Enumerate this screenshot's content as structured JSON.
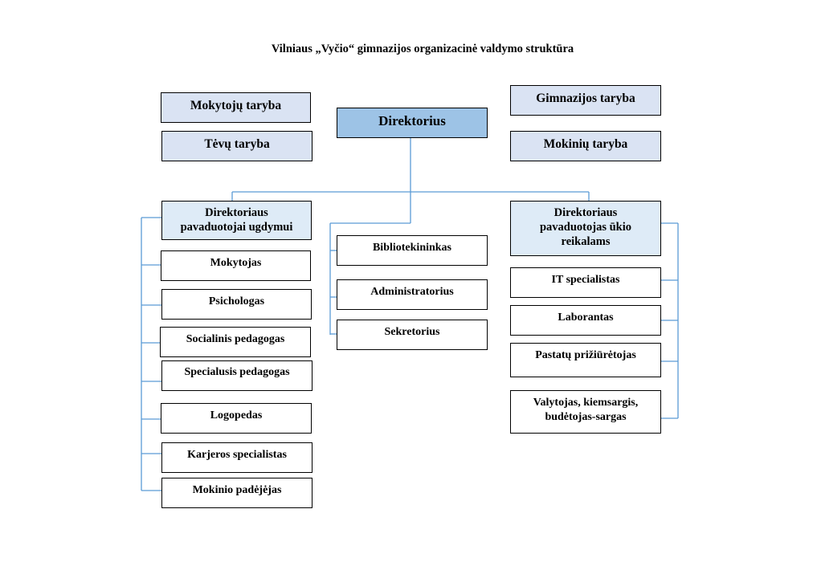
{
  "title": "Vilniaus „Vyčio“ gimnazijos organizacinė valdymo struktūra",
  "colors": {
    "director_fill": "#9dc3e6",
    "council_fill": "#dae3f3",
    "deputy_fill": "#deebf7",
    "connector": "#5b9bd5"
  },
  "councils_left": [
    "Mokytojų taryba",
    "Tėvų taryba"
  ],
  "councils_right": [
    "Gimnazijos taryba",
    "Mokinių taryba"
  ],
  "director": "Direktorius",
  "deputy_education": {
    "title_line1": "Direktoriaus",
    "title_line2": "pavaduotojai ugdymui",
    "staff": [
      "Mokytojas",
      "Psichologas",
      "Socialinis pedagogas",
      "Specialusis pedagogas",
      "Logopedas",
      "Karjeros specialistas",
      "Mokinio padėjėjas"
    ]
  },
  "direct_staff": [
    "Bibliotekininkas",
    "Administratorius",
    "Sekretorius"
  ],
  "deputy_economy": {
    "title_line1": "Direktoriaus",
    "title_line2": "pavaduotojas ūkio",
    "title_line3": "reikalams",
    "staff": [
      "IT specialistas",
      "Laborantas",
      "Pastatų prižiūrėtojas"
    ],
    "staff_multi": {
      "line1": "Valytojas, kiemsargis,",
      "line2": "budėtojas-sargas"
    }
  }
}
